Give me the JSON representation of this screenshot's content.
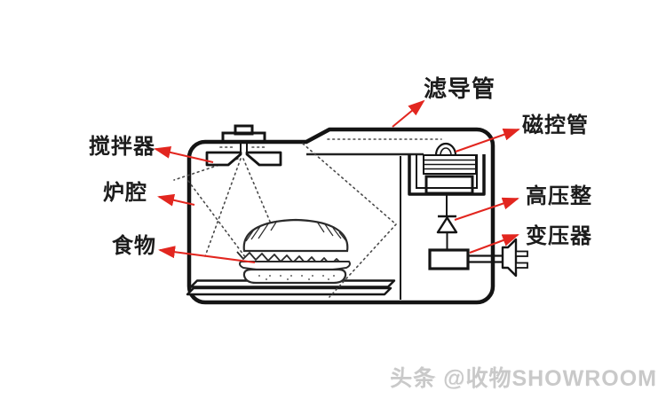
{
  "diagram": {
    "type": "microwave-oven-schematic",
    "labels": {
      "stirrer": "搅拌器",
      "cavity": "炉腔",
      "food": "食物",
      "waveguide": "滤导管",
      "magnetron": "磁控管",
      "rectifier": "高压整",
      "transformer": "变压器"
    },
    "watermark": "头条 @收物SHOWROOM",
    "colors": {
      "arrow_red": "#e2261f",
      "line_black": "#1a1a1a",
      "ray_gray": "#4a4a4a",
      "watermark_gray": "#c9c9c9"
    }
  }
}
